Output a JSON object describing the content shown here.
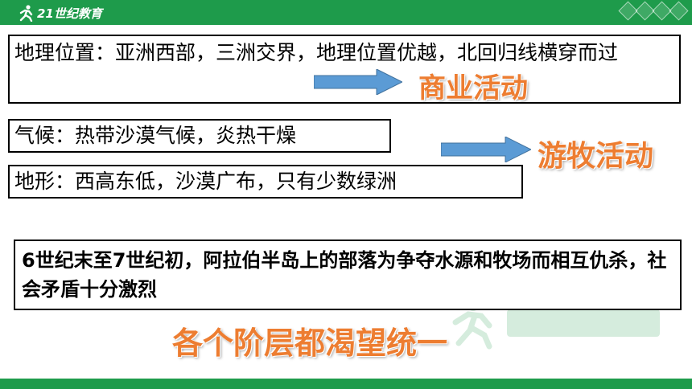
{
  "header": {
    "logo_text": "21世纪教育"
  },
  "boxes": {
    "geo": "地理位置：亚洲西部，三洲交界，地理位置优越，北回归线横穿而过",
    "climate": "气候：热带沙漠气候，炎热干燥",
    "terrain": "地形：西高东低，沙漠广布，只有少数绿洲",
    "history": "6世纪末至7世纪初，阿拉伯半岛上的部落为争夺水源和牧场而相互仇杀，社会矛盾十分激烈"
  },
  "labels": {
    "commerce": "商业活动",
    "nomad": "游牧活动",
    "unify": "各个阶层都渴望统一"
  },
  "colors": {
    "header_green": "#1e9b4b",
    "arrow_blue": "#5b9bd5",
    "label_orange": "#ed7d31"
  }
}
